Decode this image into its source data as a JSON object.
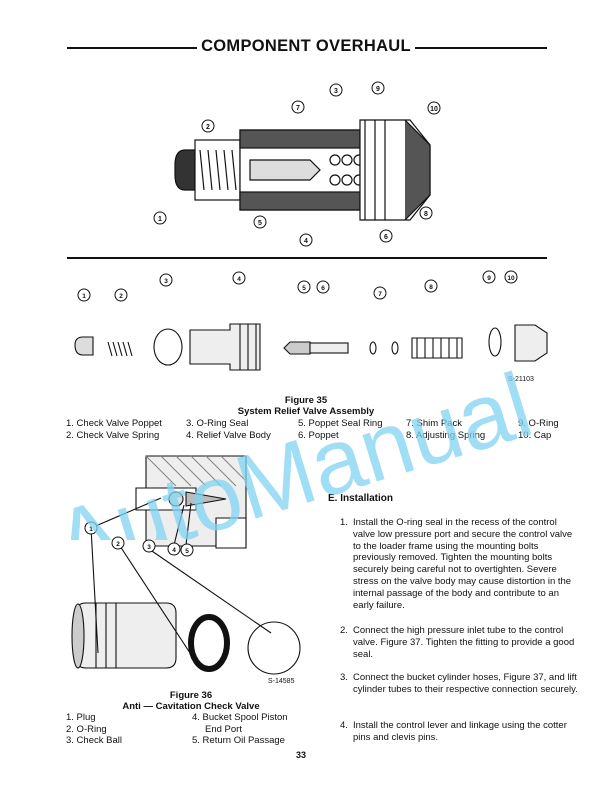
{
  "header": {
    "title": "COMPONENT OVERHAUL"
  },
  "figure35": {
    "code": "S-21103",
    "title_line1": "Figure 35",
    "title_line2": "System Relief Valve Assembly",
    "callouts_top": [
      "1",
      "2",
      "3",
      "4",
      "5",
      "6",
      "7",
      "8",
      "9",
      "10"
    ],
    "callouts_parts": [
      "1",
      "2",
      "3",
      "4",
      "5",
      "6",
      "7",
      "8",
      "9",
      "10"
    ],
    "legend": [
      [
        "1. Check Valve Poppet",
        "3. O-Ring Seal",
        "5. Poppet Seal Ring",
        "7. Shim Pack",
        "9. O-Ring"
      ],
      [
        "2. Check Valve Spring",
        "4. Relief Valve Body",
        "6. Poppet",
        "8. Adjusting Spring",
        "10. Cap"
      ]
    ]
  },
  "figure36": {
    "code": "S-14585",
    "title_line1": "Figure 36",
    "title_line2": "Anti — Cavitation Check Valve",
    "callouts": [
      "1",
      "2",
      "3",
      "4",
      "5"
    ],
    "legend_left": [
      "1. Plug",
      "2. O-Ring",
      "3. Check Ball"
    ],
    "legend_right": [
      "4. Bucket Spool Piston",
      "End Port",
      "5. Return Oil Passage"
    ]
  },
  "installation": {
    "heading": "E. Installation",
    "steps": [
      {
        "n": "1.",
        "text": "Install the O-ring seal in the recess of the control valve low pressure port and secure the control valve to the loader frame using the mounting bolts previously removed. Tighten the mounting bolts securely being careful not to overtighten. Severe stress on the valve body may cause distortion in the internal passage of the body and contribute to an early failure."
      },
      {
        "n": "2.",
        "text": "Connect the high pressure inlet tube to the control valve. Figure 37. Tighten the fitting to provide a good seal."
      },
      {
        "n": "3.",
        "text": "Connect the bucket cylinder hoses, Figure 37, and lift cylinder tubes to their respective connection securely."
      },
      {
        "n": "4.",
        "text": "Install the control lever and linkage using the cotter pins and clevis pins."
      }
    ]
  },
  "footer": {
    "page_number": "33"
  },
  "watermark": {
    "text": "AutoManual"
  },
  "colors": {
    "watermark": "#7fd3f0",
    "ink": "#111111"
  }
}
